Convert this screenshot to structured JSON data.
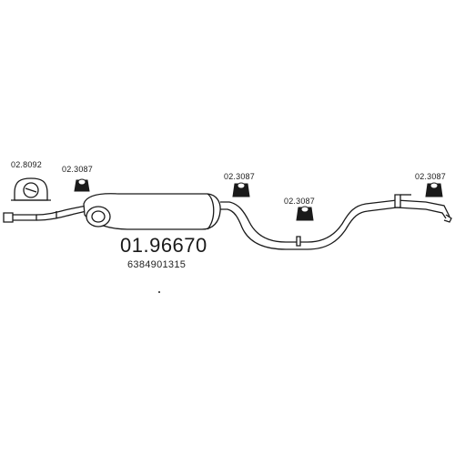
{
  "main_part": {
    "number": "01.96670",
    "oem_number": "6384901315"
  },
  "accessories": [
    {
      "code": "02.8092"
    },
    {
      "code": "02.3087"
    },
    {
      "code": "02.3087"
    },
    {
      "code": "02.3087"
    },
    {
      "code": "02.3087"
    }
  ],
  "colors": {
    "line": "#1a1a1a",
    "background": "#ffffff"
  }
}
